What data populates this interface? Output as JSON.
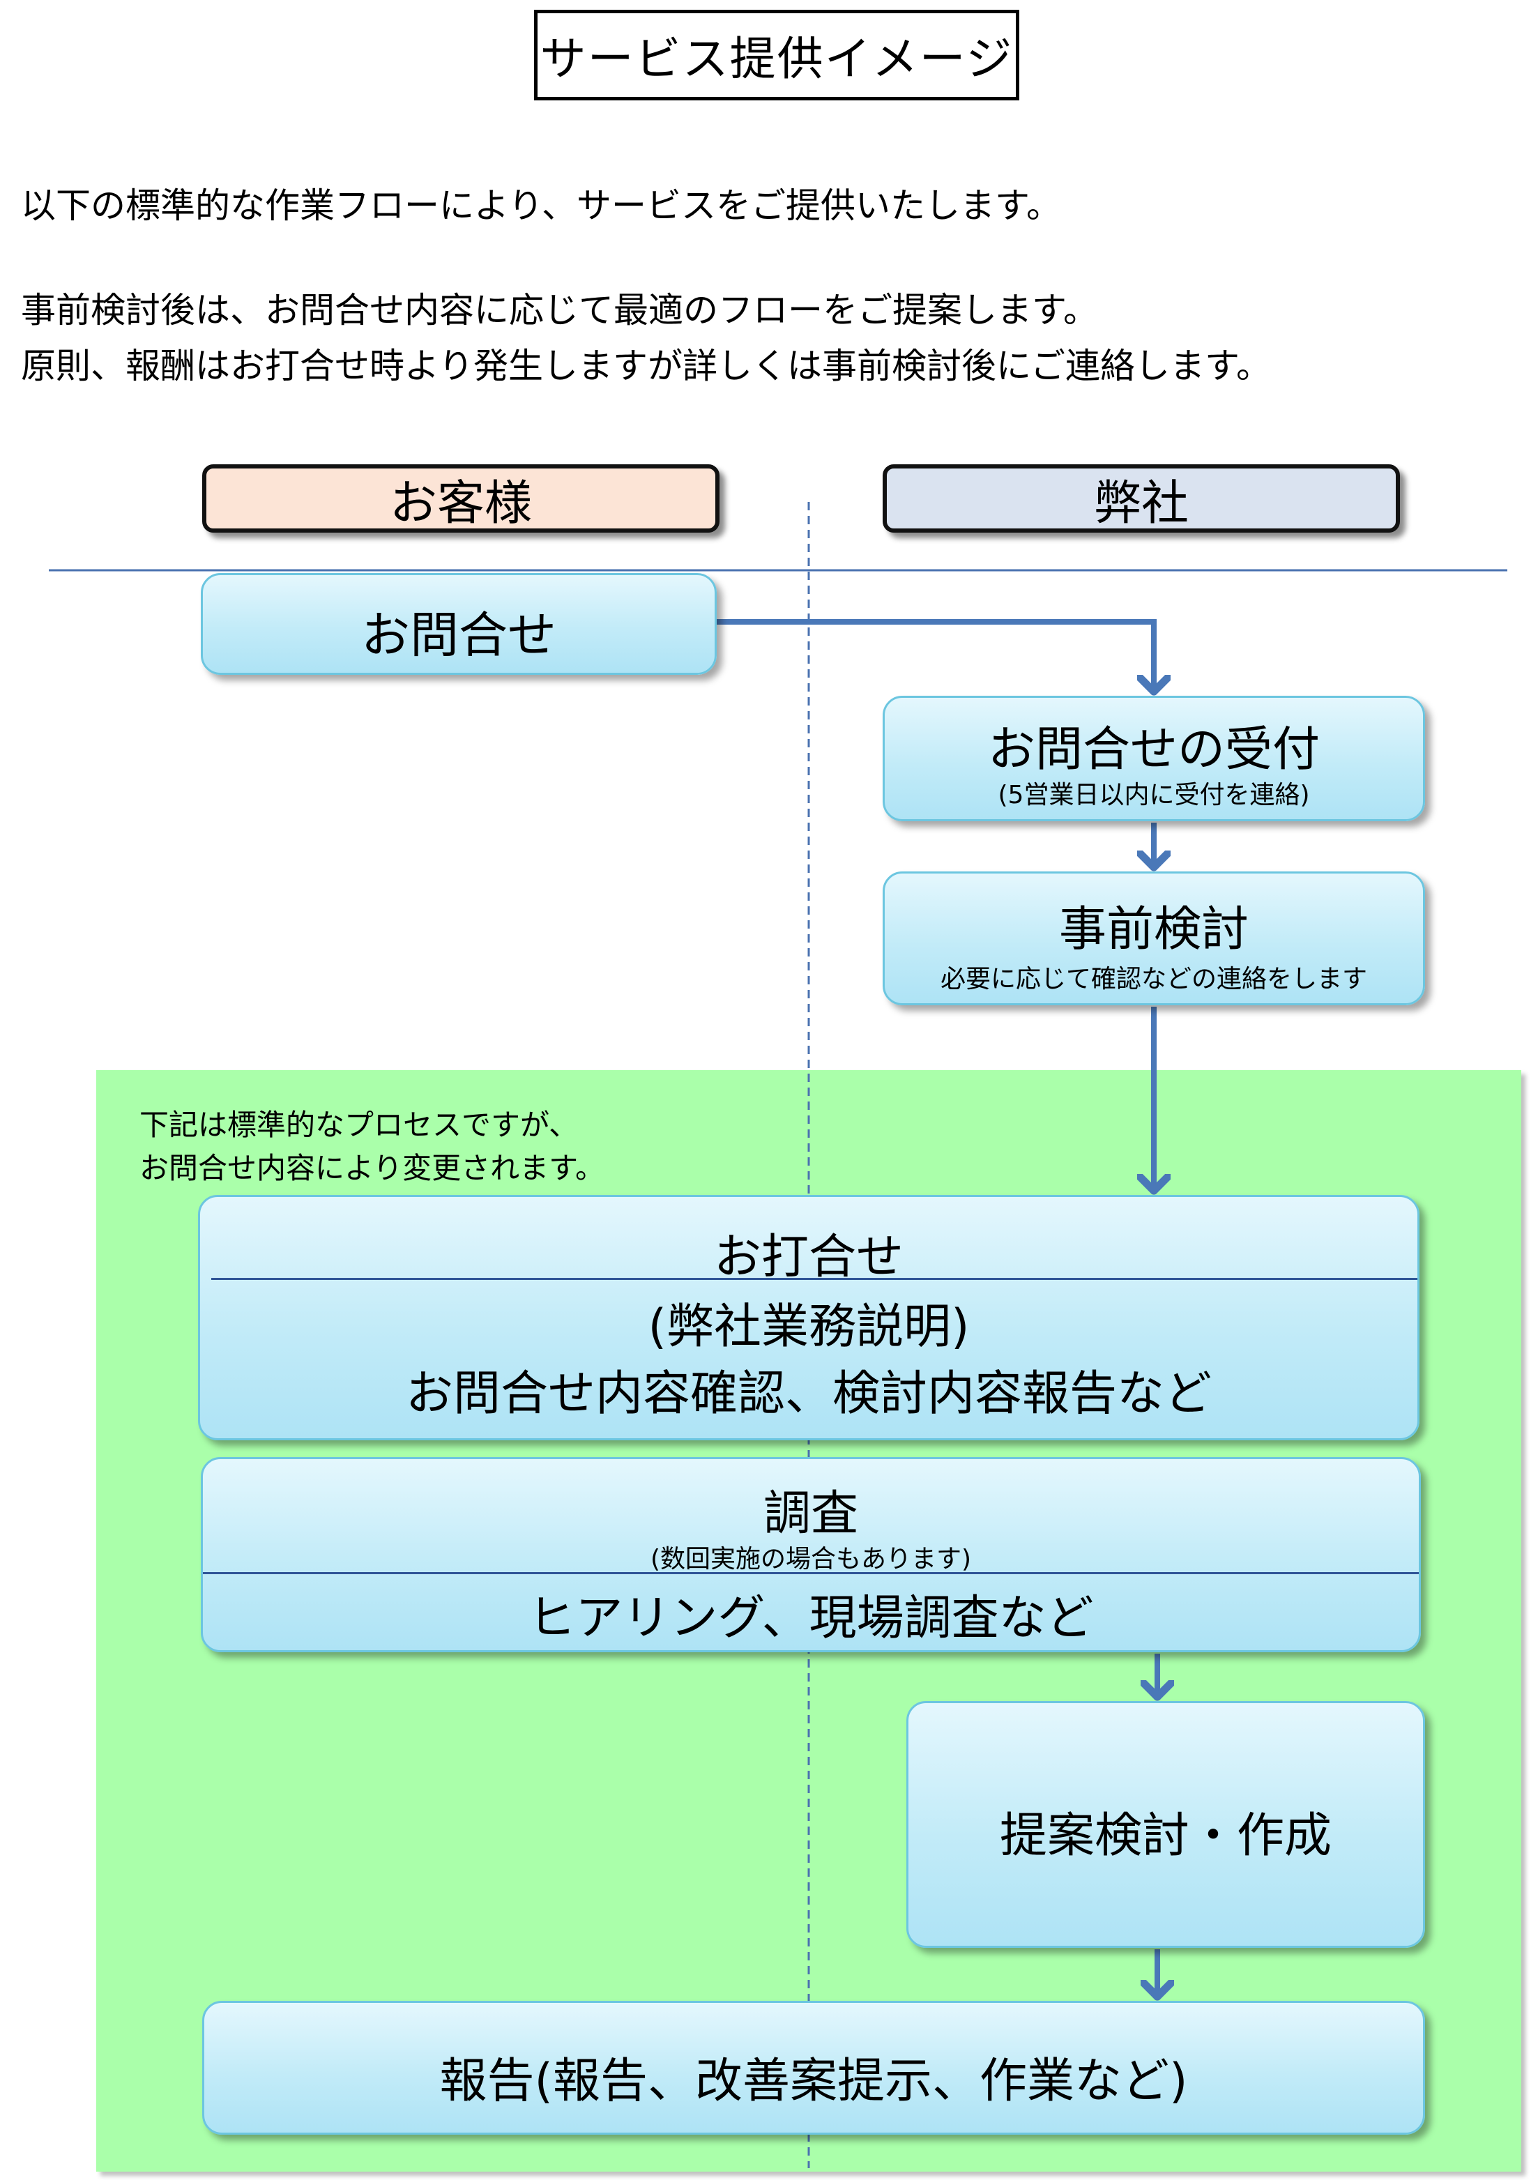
{
  "title": "サービス提供イメージ",
  "intro": {
    "line1": "以下の標準的な作業フローにより、サービスをご提供いたします。",
    "line2": "事前検討後は、お問合せ内容に応じて最適のフローをご提案します。",
    "line3": "原則、報酬はお打合せ時より発生しますが詳しくは事前検討後にご連絡します。"
  },
  "lanes": {
    "customer": "お客様",
    "company": "弊社"
  },
  "colors": {
    "customer_header": "#fce4d6",
    "company_header": "#dae3f0",
    "process_area": "#aaffaa",
    "arrow": "#4a78b8",
    "box_border": "#6cc6e0"
  },
  "steps": {
    "inquiry": "お問合せ",
    "reception_title": "お問合せの受付",
    "reception_note": "(5営業日以内に受付を連絡)",
    "review_title": "事前検討",
    "review_note": "必要に応じて確認などの連絡をします",
    "meeting_title": "お打合せ",
    "meeting_line2": "(弊社業務説明)",
    "meeting_line3": "お問合せ内容確認、検討内容報告など",
    "survey_title": "調査",
    "survey_note": "(数回実施の場合もあります)",
    "survey_detail": "ヒアリング、現場調査など",
    "proposal": "提案検討・作成",
    "report": "報告(報告、改善案提示、作業など)"
  },
  "process_note": {
    "line1": "下記は標準的なプロセスですが、",
    "line2": "お問合せ内容により変更されます。"
  }
}
